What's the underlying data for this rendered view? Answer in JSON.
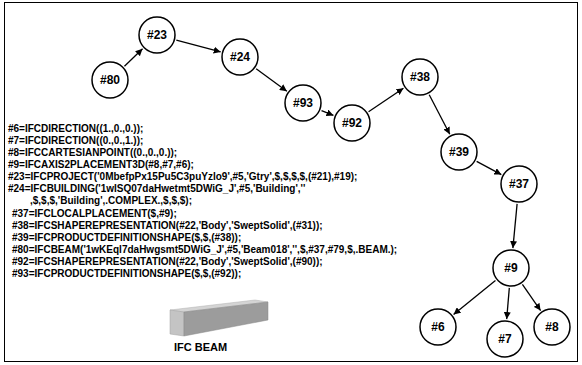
{
  "diagram": {
    "nodes": [
      {
        "text": [
          "#80"
        ]
      },
      {
        "text": [
          "#23"
        ]
      },
      {
        "text": [
          "#24"
        ]
      },
      {
        "text": [
          "#93"
        ]
      },
      {
        "text": [
          "#92"
        ]
      },
      {
        "text": [
          "#38"
        ]
      },
      {
        "text": [
          "#39"
        ]
      },
      {
        "text": [
          "#37"
        ]
      },
      {
        "text": [
          "#9"
        ]
      },
      {
        "text": [
          "#6"
        ]
      },
      {
        "text": [
          "#7"
        ]
      },
      {
        "text": [
          "#8"
        ]
      }
    ],
    "edges": [
      {
        "from": 0,
        "to": 1,
        "arrow": "to"
      },
      {
        "from": 1,
        "to": 2,
        "arrow": "to"
      },
      {
        "from": 2,
        "to": 3,
        "arrow": "to"
      },
      {
        "from": 3,
        "to": 4,
        "arrow": "to"
      },
      {
        "from": 4,
        "to": 5,
        "arrow": "to"
      },
      {
        "from": 5,
        "to": 6,
        "arrow": "to"
      },
      {
        "from": 6,
        "to": 7,
        "arrow": "to"
      },
      {
        "from": 7,
        "to": 8,
        "arrow": "to"
      },
      {
        "from": 8,
        "to": 9,
        "arrow": "to"
      },
      {
        "from": 8,
        "to": 10,
        "arrow": "to"
      },
      {
        "from": 8,
        "to": 11,
        "arrow": "to"
      }
    ],
    "labels": [
      "#6=IFCDIRECTION((1.,0.,0.));",
      "#7=IFCDIRECTION((0.,0.,1.));",
      "#8=IFCCARTESIANPOINT((0.,0.,0.));",
      "#9=IFCAXIS2PLACEMENT3D(#8,#7,#6);",
      "#23=IFCPROJECT('0MbefpPx15Pu5C3puYzlo9',#5,'Gtry',$,$,$,$,(#21),#19);",
      "#24=IFCBUILDING('1wISQ07daHwetmt5DWiG_J',#5,'Building','' ,$,$,$,'Building',.COMPLEX.,$,$,$);",
      "#37=IFCLOCALPLACEMENT($,#9);",
      "#38=IFCSHAPEREPRESENTATION(#22,'Body','SweptSolid',(#31));",
      "#39=IFCPRODUCTDEFINITIONSHAPE($,$,(#38));",
      "#80=IFCBEAM('1wKEql7daHwgsmt5DWiG_J',#5,'Beam018','',$,#37,#79,$,.BEAM.);",
      "#92=IFCSHAPEREPRESENTATION(#22,'Body','SweptSolid',(#90));",
      "#93=IFCPRODUCTDEFINITIONSHAPE($,$,(#92));",
      "IFC BEAM"
    ]
  }
}
